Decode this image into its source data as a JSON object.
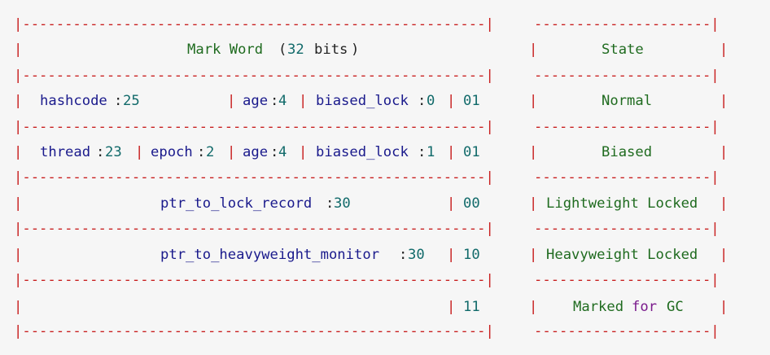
{
  "border_glyphs": {
    "bar": "|",
    "dash_left": "|-------------------------------------------------------|",
    "dash_right": "---------------------|"
  },
  "header": {
    "mark_word_label": "Mark Word",
    "paren_open": "(",
    "bits_number": "32",
    "bits_word": "bits",
    "paren_close": ")",
    "state_label": "State"
  },
  "rows": {
    "normal": {
      "f1_name": "hashcode",
      "f1_colon": ":",
      "f1_value": "25",
      "f2_name": "age",
      "f2_colon": ":",
      "f2_value": "4",
      "f3_name": "biased_lock",
      "f3_colon": ":",
      "f3_value": "0",
      "lock_bits": "01",
      "state": "Normal"
    },
    "biased": {
      "f1_name": "thread",
      "f1_colon": ":",
      "f1_value": "23",
      "f2_name": "epoch",
      "f2_colon": ":",
      "f2_value": "2",
      "f3_name": "age",
      "f3_colon": ":",
      "f3_value": "4",
      "f4_name": "biased_lock",
      "f4_colon": ":",
      "f4_value": "1",
      "lock_bits": "01",
      "state": "Biased"
    },
    "lightweight": {
      "f1_name": "ptr_to_lock_record",
      "f1_colon": ":",
      "f1_value": "30",
      "lock_bits": "00",
      "state": "Lightweight Locked"
    },
    "heavyweight": {
      "f1_name": "ptr_to_heavyweight_monitor",
      "f1_colon": ":",
      "f1_value": "30",
      "lock_bits": "10",
      "state": "Heavyweight Locked"
    },
    "gc": {
      "lock_bits": "11",
      "state_a": "Marked",
      "state_b": "for",
      "state_c": "GC"
    }
  },
  "colors": {
    "border": "#c81e1e",
    "keyword": "#1f6b1f",
    "number": "#116a6a",
    "identifier": "#1a1a8c",
    "plain": "#222222",
    "purple": "#7a1a8c",
    "background": "#f6f6f6"
  }
}
